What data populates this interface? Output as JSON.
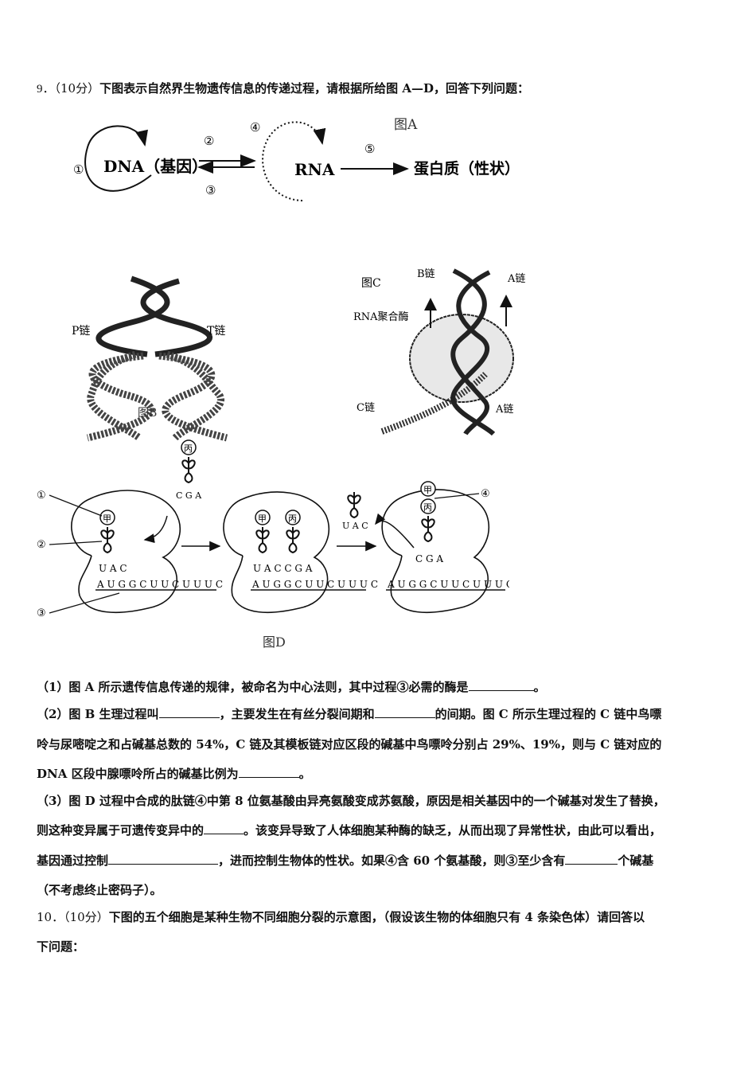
{
  "q9": {
    "number": "9．",
    "score": "（10分）",
    "stem": "下图表示自然界生物遗传信息的传递过程，请根据所给图 A—D，回答下列问题："
  },
  "figA": {
    "label": "图A",
    "dna": "DNA（基因）",
    "rna": "RNA",
    "protein": "蛋白质（性状）",
    "m1": "①",
    "m2": "②",
    "m3": "③",
    "m4": "④",
    "m5": "⑤"
  },
  "figB": {
    "label": "图B",
    "p_chain": "P链",
    "t_chain": "T链"
  },
  "figC": {
    "label": "图C",
    "b_chain": "B链",
    "a_chain_top": "A链",
    "rna_pol": "RNA聚合酶",
    "c_chain": "C链",
    "a_chain_bottom": "A链"
  },
  "figD": {
    "label": "图D",
    "m1": "①",
    "m2": "②",
    "m3": "③",
    "m4": "④",
    "jia": "甲",
    "bing": "丙",
    "cga": "C G A",
    "uac": "U A C",
    "uac_left": "U A C",
    "uaccga": "U A C C G A",
    "cga_right": "C G A",
    "mrna": "A U G G C U U C U U U C"
  },
  "sub1": {
    "text_a": "（1）图 A 所示遗传信息传递的规律，被命名为中心法则，其中过程③必需的酶是",
    "text_b": "。"
  },
  "sub2": {
    "line1_a": "（2）图 B 生理过程叫",
    "line1_b": "，主要发生在有丝分裂间期和",
    "line1_c": "的间期。图 C 所示生理过程的 C 链中鸟嘌",
    "line2": "呤与尿嘧啶之和占碱基总数的 54%，C 链及其模板链对应区段的碱基中鸟嘌呤分别占 29%、19%，则与 C 链对应的",
    "line3_a": "DNA 区段中腺嘌呤所占的碱基比例为",
    "line3_b": "。"
  },
  "sub3": {
    "line1": "（3）图 D 过程中合成的肽链④中第 8 位氨基酸由异亮氨酸变成苏氨酸，原因是相关基因中的一个碱基对发生了替换，",
    "line2_a": "则这种变异属于可遗传变异中的",
    "line2_b": "。该变异导致了人体细胞某种酶的缺乏，从而出现了异常性状，由此可以看出，",
    "line3_a": "基因通过控制",
    "line3_b": "，进而控制生物体的性状。如果④含 60 个氨基酸，则③至少含有",
    "line3_c": "个碱基",
    "line4": "（不考虑终止密码子）。"
  },
  "q10": {
    "number": "10．",
    "score": "（10分）",
    "stem": "下图的五个细胞是某种生物不同细胞分裂的示意图，（假设该生物的体细胞只有 4 条染色体）请回答以",
    "stem2": "下问题："
  }
}
